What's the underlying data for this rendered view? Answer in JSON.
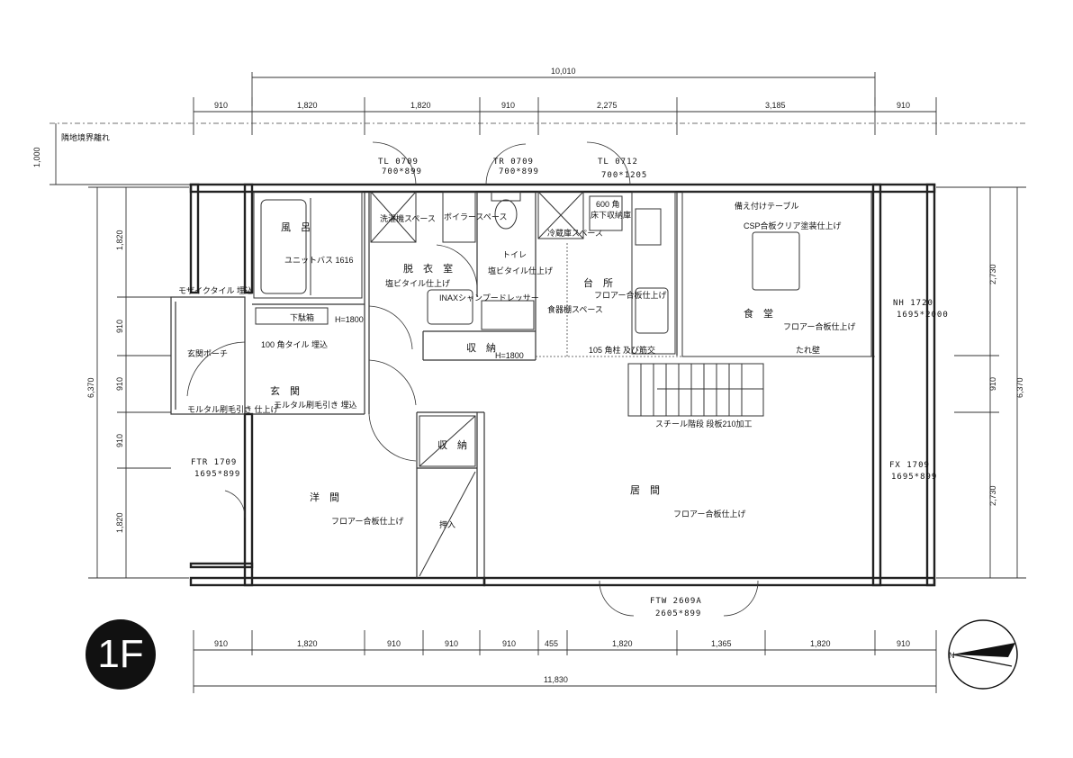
{
  "floor_label": "1F",
  "dimensions": {
    "top_total": "10,010",
    "top_segments": [
      "910",
      "1,820",
      "1,820",
      "910",
      "2,275",
      "3,185",
      "910"
    ],
    "bottom_total": "11,830",
    "bottom_segments": [
      "910",
      "1,820",
      "910",
      "910",
      "910",
      "455",
      "1,820",
      "1,365",
      "1,820",
      "910"
    ],
    "left_total": "6,370",
    "left_segments": [
      "1,820",
      "910",
      "910",
      "910",
      "1,820"
    ],
    "right_total": "6,370",
    "right_segments": [
      "2,730",
      "910",
      "2,730"
    ],
    "setback": "1,000",
    "boundary_note": "隣地境界離れ"
  },
  "rooms": {
    "bath": "風 呂",
    "unit_bath": "ユニットバス 1616",
    "dressing": "脱 衣 室",
    "dressing_finish": "塩ビタイル仕上げ",
    "washer_space": "洗濯機スペース",
    "water_heater_space": "ボイラースペース",
    "washbasin": "INAXシャンプードレッサー",
    "toilet": "トイレ",
    "toilet_finish": "塩ビタイル仕上げ",
    "kitchen": "台 所",
    "kitchen_finish": "フロアー合板仕上げ",
    "fridge_space": "冷蔵庫スペース",
    "cupboard_space": "食器棚スペース",
    "underfloor": "600 角",
    "underfloor_storage": "床下収納庫",
    "dining": "食 堂",
    "dining_finish": "フロアー合板仕上げ",
    "built_in_table": "備え付けテーブル",
    "table_finish": "CSP合板クリア塗装仕上げ",
    "hanging_wall": "たれ壁",
    "pillar": "105 角柱 及び筋交",
    "stairs": "スチール階段 段板210加工",
    "living": "居 間",
    "living_finish": "フロアー合板仕上げ",
    "western_room": "洋 間",
    "western_finish": "フロアー合板仕上げ",
    "storage_1": "収 納",
    "storage_1_height": "H=1800",
    "storage_2": "収 納",
    "closet": "押入",
    "entrance": "玄 関",
    "entrance_finish": "モルタル刷毛引き 埋込",
    "entrance_tile": "100 角タイル 埋込",
    "shoe_box": "下駄箱",
    "shoe_box_height": "H=1800",
    "porch": "玄関ポーチ",
    "porch_finish": "モザイクタイル 埋込",
    "porch_step": "モルタル刷毛引き 仕上げ"
  },
  "windows": {
    "w1_code": "TL 0709",
    "w1_size": "700*899",
    "w2_code": "TR 0709",
    "w2_size": "700*899",
    "w3_code": "TL 0712",
    "w3_size": "700*1205",
    "w4_code": "NH 1720",
    "w4_size": "1695*2000",
    "w5_code": "FX 1709",
    "w5_size": "1695*899",
    "w6_code": "FTR 1709",
    "w6_size": "1695*899",
    "w7_code": "FTW 2609A",
    "w7_size": "2605*899"
  },
  "colors": {
    "wall": "#222222",
    "badge": "#111111"
  },
  "icons": {
    "compass": "north-arrow-icon"
  }
}
